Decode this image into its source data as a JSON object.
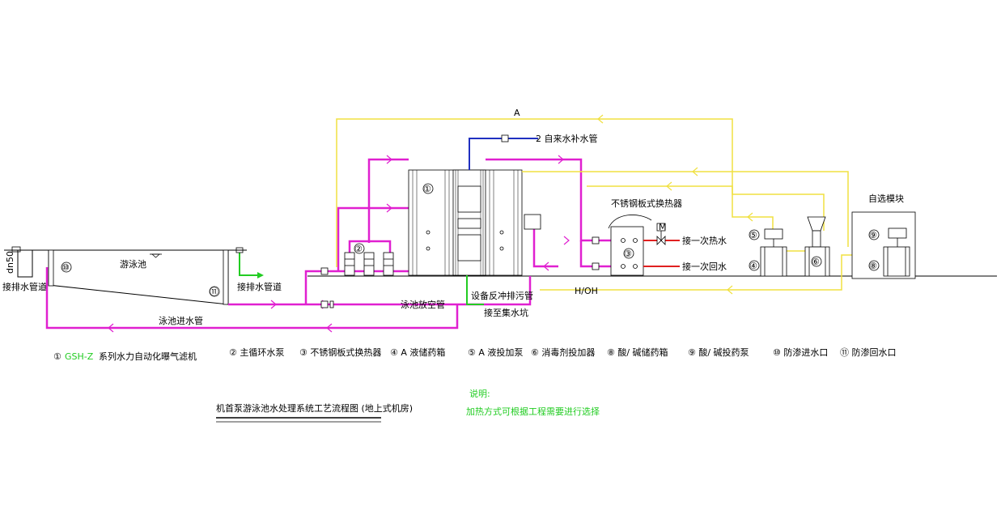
{
  "diagram": {
    "flow_labels": {
      "yellow_top": "A",
      "yellow_return": "H/OH"
    },
    "labels": {
      "pool": "游泳池",
      "dn50": "dn50",
      "drain_pipe_left": "接排水管道",
      "drain_pipe_mid": "接排水管道",
      "pool_inlet_pipe": "泳池进水管",
      "pool_empty_pipe": "泳池放空管",
      "backwash_drain": "设备反冲排污管",
      "to_sump": "接至集水坑",
      "tap_water": "2 自来水补水管",
      "heat_exchanger_title": "不锈钢板式换热器",
      "primary_hot": "接一次热水",
      "primary_return": "接一次回水",
      "optional_module": "自选模块",
      "motor": "M"
    },
    "numbers": {
      "n1": "①",
      "n2": "②",
      "n3": "③",
      "n4": "④",
      "n5": "⑤",
      "n6": "⑥",
      "n8": "⑧",
      "n9": "⑨",
      "n10": "⑩",
      "n11": "⑪"
    },
    "legend": {
      "item1_num": "①",
      "item1_code": "GSH-Z",
      "item1_text": "系列水力自动化曝气滤机",
      "item2": "②  主循环水泵",
      "item3": "③  不锈钢板式换热器",
      "item4": "④ A 液储药箱",
      "item5": "⑤ A 液投加泵",
      "item6": "⑥  消毒剂投加器",
      "item8": "⑧  酸/ 碱储药箱",
      "item9": "⑨ 酸/ 碱投药泵",
      "item10": "⑩ 防渗进水口",
      "item11": "⑪ 防渗回水口"
    },
    "title": "机首泵游泳池水处理系统工艺流程图 (地上式机房)",
    "note_title": "说明:",
    "note_text": "加热方式可根据工程需要进行选择",
    "colors": {
      "magenta": "#e020d0",
      "yellow": "#f0e040",
      "blue": "#2030c0",
      "red": "#e02020",
      "green": "#22cc22"
    }
  }
}
